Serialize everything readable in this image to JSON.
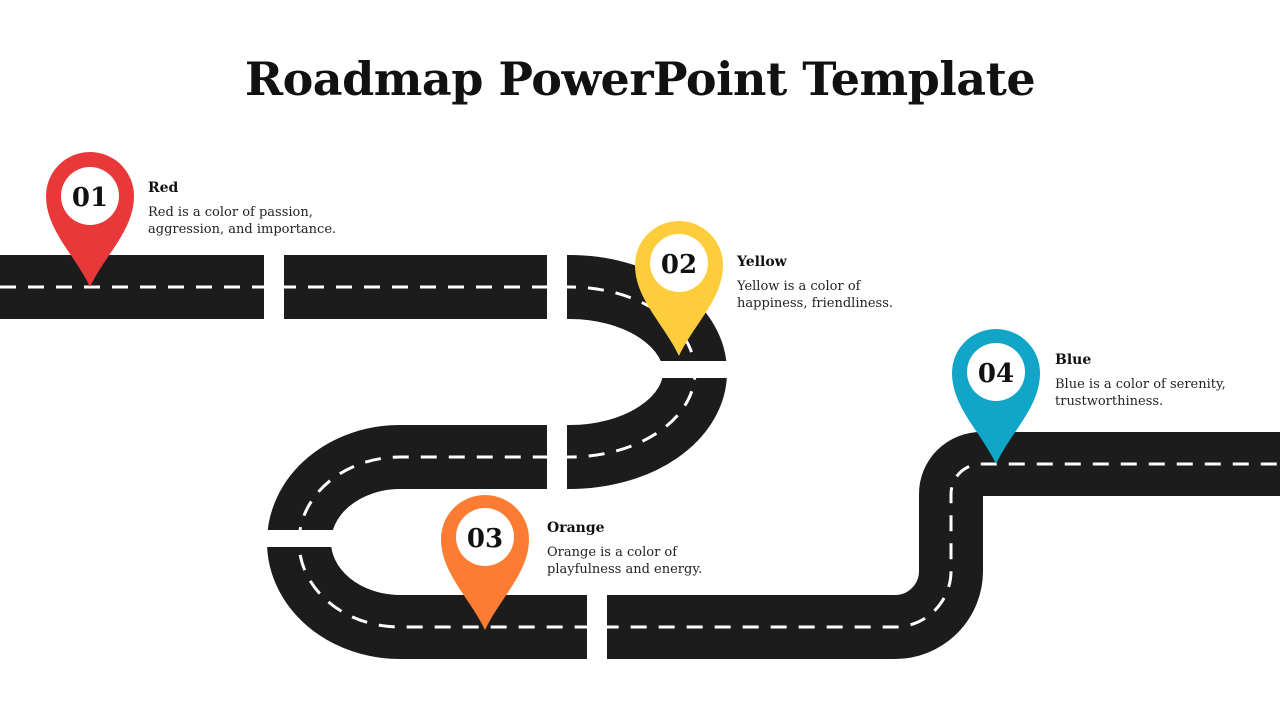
{
  "title": "Roadmap PowerPoint Template",
  "colors": {
    "road": "#1c1c1c",
    "dash": "#ffffff",
    "red": "#e8383a",
    "yellow": "#fdcd3c",
    "orange": "#fd7c33",
    "blue": "#11a5c7"
  },
  "milestones": [
    {
      "number": "01",
      "heading": "Red",
      "description": "Red is a color of passion, aggression, and importance.",
      "color": "#e8383a"
    },
    {
      "number": "02",
      "heading": "Yellow",
      "description": "Yellow is a color of happiness, friendliness.",
      "color": "#fdcd3c"
    },
    {
      "number": "03",
      "heading": "Orange",
      "description": "Orange is a color of playfulness and energy.",
      "color": "#fd7c33"
    },
    {
      "number": "04",
      "heading": "Blue",
      "description": "Blue is a color of serenity, trustworthiness.",
      "color": "#11a5c7"
    }
  ]
}
